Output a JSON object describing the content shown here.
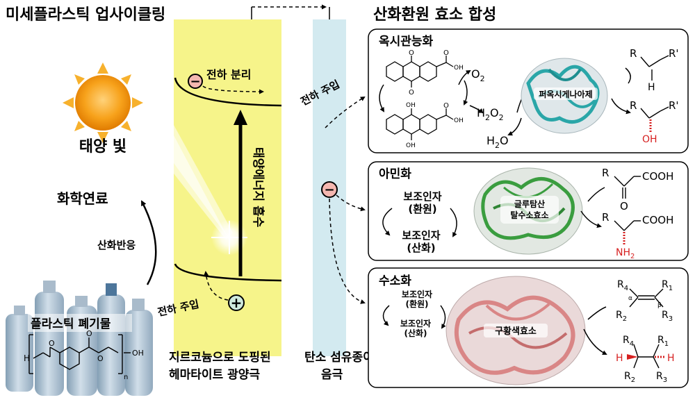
{
  "titles": {
    "left": "미세플라스틱 업사이클링",
    "right": "산화환원 효소 합성"
  },
  "left": {
    "sunlight": "태양 빛",
    "chemical_fuel": "화학연료",
    "oxidation": "산화반응",
    "plastic_waste": "플라스틱 폐기물",
    "polymer_n": "n",
    "polymer_H": "H",
    "polymer_O": "O",
    "polymer_OH": "OH"
  },
  "photoanode": {
    "charge_separation": "전하 분리",
    "absorption": "태양에너지 흡수",
    "charge_injection": "전하 주입",
    "label_line1": "지르코늄으로 도핑된",
    "label_line2": "헤마타이트 광양극",
    "minus": "−",
    "plus": "+"
  },
  "cathode": {
    "charge_injection": "전하 주입",
    "minus": "−",
    "label_line1": "탄소 섬유종이",
    "label_line2": "음극"
  },
  "panels": {
    "oxy": {
      "title": "옥시관능화",
      "enzyme": "퍼옥시게나아제",
      "o2": "O",
      "o2_sub": "2",
      "h2o2_a": "H",
      "h2o2_sub1": "2",
      "h2o2_b": "O",
      "h2o2_sub2": "2",
      "h2o_a": "H",
      "h2o_sub": "2",
      "h2o_b": "O",
      "r": "R",
      "r_prime": "R'",
      "h": "H",
      "oh": "OH",
      "o": "O",
      "aq_oh": "OH"
    },
    "amin": {
      "title": "아민화",
      "cofactor_red": "보조인자",
      "cofactor_red_sub": "(환원)",
      "cofactor_ox": "보조인자",
      "cofactor_ox_sub": "(산화)",
      "enzyme_line1": "글루탐산",
      "enzyme_line2": "탈수소효소",
      "r": "R",
      "cooh": "COOH",
      "o": "O",
      "nh": "NH",
      "nh_sub": "2"
    },
    "hydro": {
      "title": "수소화",
      "cofactor_red": "보조인자",
      "cofactor_red_sub": "(환원)",
      "cofactor_ox": "보조인자",
      "cofactor_ox_sub": "(산화)",
      "enzyme": "구황색효소",
      "r1": "R",
      "r2": "R",
      "r3": "R",
      "r4": "R",
      "s1": "1",
      "s2": "2",
      "s3": "3",
      "s4": "4",
      "alpha": "α",
      "beta": "β",
      "h": "H"
    }
  },
  "colors": {
    "photoanode": "#f6f48a",
    "cathode": "#d3eaf0",
    "product_red": "#d61f1f",
    "enzyme_teal": "#2aa6a8",
    "enzyme_green": "#3a9d3f",
    "enzyme_pink": "#d98686",
    "sun_core": "#f7a21b",
    "minus_fill": "#f4b7b0",
    "plus_fill": "#cfe9dd"
  }
}
